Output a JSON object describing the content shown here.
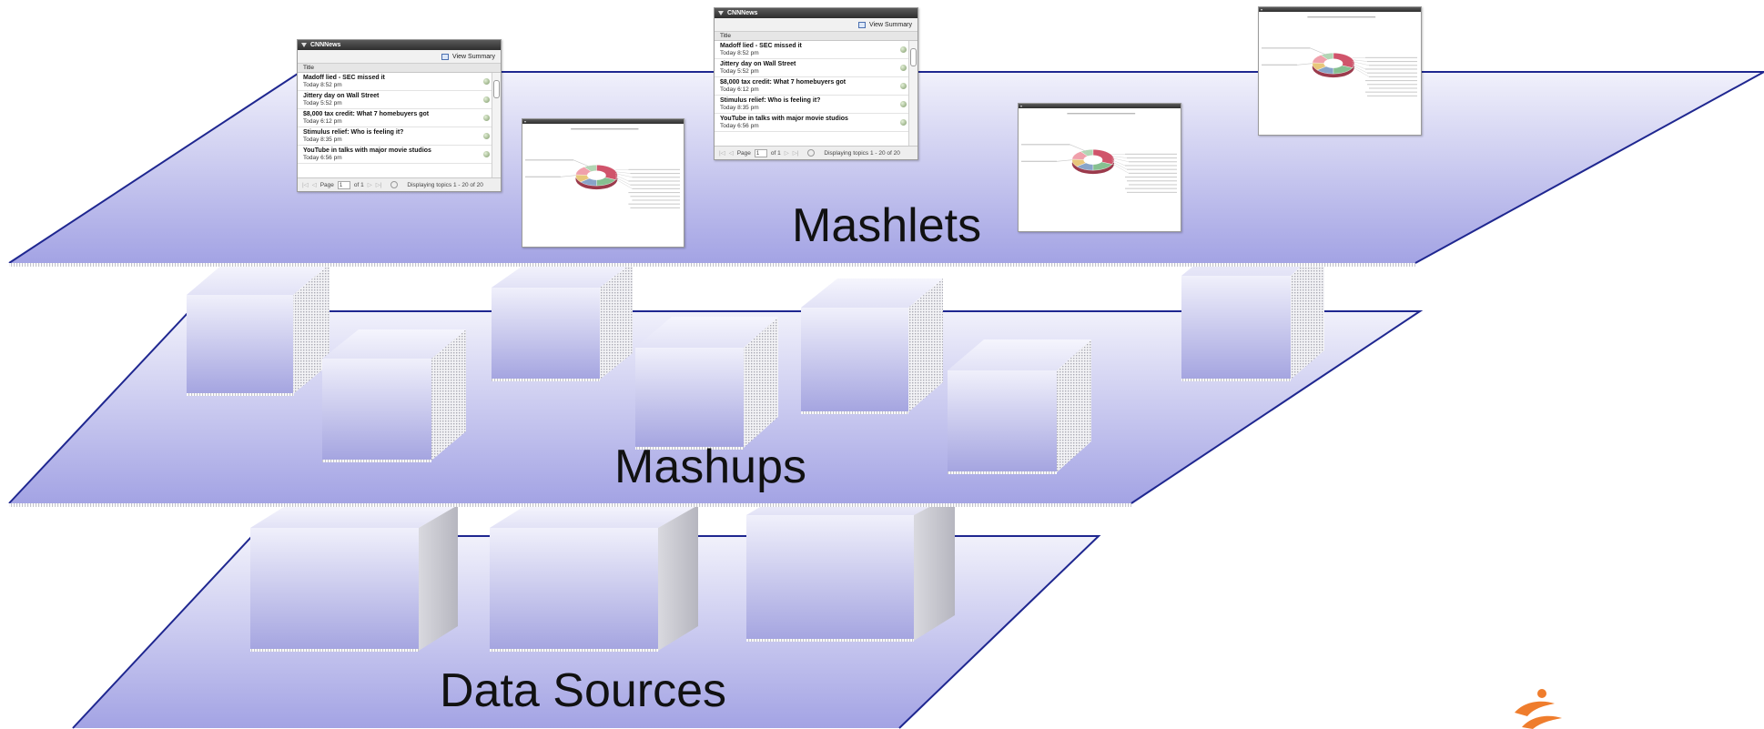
{
  "layers": {
    "mashlets": "Mashlets",
    "mashups": "Mashups",
    "data_sources": "Data Sources"
  },
  "news_widget": {
    "title": "CNNNews",
    "view_summary": "View Summary",
    "column_header": "Title",
    "items": [
      {
        "title": "Madoff lied - SEC missed it",
        "date": "Today 8:52 pm"
      },
      {
        "title": "Jittery day on Wall Street",
        "date": "Today 5:52 pm"
      },
      {
        "title": "$8,000 tax credit: What 7 homebuyers got",
        "date": "Today 6:12 pm"
      },
      {
        "title": "Stimulus relief: Who is feeling it?",
        "date": "Today 8:35 pm"
      },
      {
        "title": "YouTube in talks with major movie studios",
        "date": "Today 6:56 pm"
      }
    ],
    "pager": {
      "first": "|◁",
      "prev": "◁",
      "page_label": "Page",
      "page_value": "1",
      "of_label": "of 1",
      "next": "▷",
      "last": "▷|",
      "status": "Displaying topics 1 - 20 of 20"
    }
  },
  "chart_widget": {
    "title": "Mashlets",
    "chart_type": "donut",
    "colors": [
      "#d0546b",
      "#86c091",
      "#88a4c9",
      "#e8c77b",
      "#f0a0ab",
      "#b2d6b4"
    ]
  },
  "colors": {
    "plane_top": "#f1f1fb",
    "plane_bottom": "#a3a3e4",
    "plane_edge": "#1f2790",
    "cube_front_top": "#eeeefa",
    "cube_front_bottom": "#a4a4e0",
    "logo": "#ef7d2d"
  },
  "icons": {
    "logo": "running-figure-logo",
    "row_status": "green-dot-icon",
    "view_summary": "view-summary-icon"
  }
}
